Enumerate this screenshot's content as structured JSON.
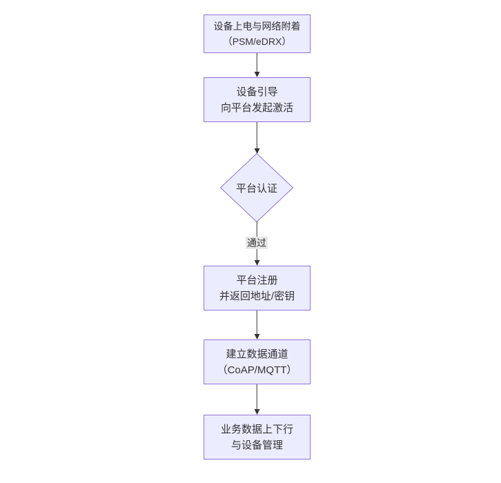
{
  "diagram": {
    "type": "flowchart",
    "direction": "top-down",
    "colors": {
      "node_fill": "#ECECFF",
      "node_border": "#9370DB",
      "text": "#333333",
      "arrow": "#333333",
      "edge_label_bg": "#e8e8e8",
      "background": "#ffffff"
    },
    "nodes": [
      {
        "id": "power-attach",
        "shape": "rect",
        "lines": [
          "设备上电与网络附着",
          "（PSM/eDRX）"
        ]
      },
      {
        "id": "bootstrap",
        "shape": "rect",
        "lines": [
          "设备引导",
          "向平台发起激活"
        ]
      },
      {
        "id": "platform-auth",
        "shape": "diamond",
        "lines": [
          "平台认证"
        ]
      },
      {
        "id": "register",
        "shape": "rect",
        "lines": [
          "平台注册",
          "并返回地址/密钥"
        ]
      },
      {
        "id": "data-channel",
        "shape": "rect",
        "lines": [
          "建立数据通道",
          "（CoAP/MQTT）"
        ]
      },
      {
        "id": "business",
        "shape": "rect",
        "lines": [
          "业务数据上下行",
          "与设备管理"
        ]
      }
    ],
    "edges": [
      {
        "from": "power-attach",
        "to": "bootstrap",
        "label": ""
      },
      {
        "from": "bootstrap",
        "to": "platform-auth",
        "label": ""
      },
      {
        "from": "platform-auth",
        "to": "register",
        "label": "通过"
      },
      {
        "from": "register",
        "to": "data-channel",
        "label": ""
      },
      {
        "from": "data-channel",
        "to": "business",
        "label": ""
      }
    ]
  }
}
